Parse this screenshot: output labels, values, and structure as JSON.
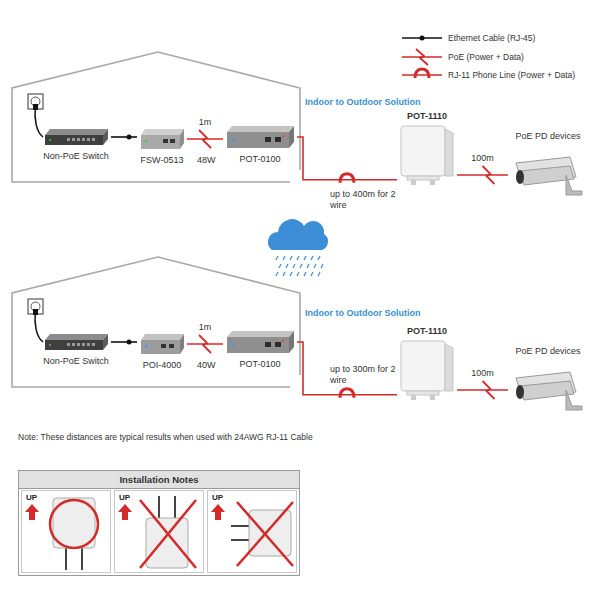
{
  "diagram": {
    "nodes": [
      {
        "text": [
          "Non-PoE Switch"
        ]
      },
      {
        "text": [
          "FSW-0513"
        ]
      },
      {
        "text": [
          "POT-0100"
        ]
      },
      {
        "text": [
          "POT-1110"
        ]
      },
      {
        "text": [
          "PoE PD devices"
        ]
      },
      {
        "text": [
          "Non-PoE Switch"
        ]
      },
      {
        "text": [
          "POI-4000"
        ]
      },
      {
        "text": [
          "POT-0100"
        ]
      },
      {
        "text": [
          "POT-1110"
        ]
      },
      {
        "text": [
          "PoE PD devices"
        ]
      },
      {
        "text": [
          "Installation Notes"
        ]
      },
      {
        "text": [
          "UP"
        ],
        "in": 10
      },
      {
        "text": [
          "UP"
        ],
        "in": 10
      },
      {
        "text": [
          "UP"
        ],
        "in": 10
      }
    ],
    "edges": [
      {
        "from": 0,
        "to": 1,
        "arrow": "none"
      },
      {
        "from": 1,
        "to": 2,
        "label": "1m",
        "arrow": "none"
      },
      {
        "from": 2,
        "to": 3,
        "label": "up to 400m for 2 wire",
        "arrow": "none"
      },
      {
        "from": 3,
        "to": 4,
        "label": "100m",
        "arrow": "none"
      },
      {
        "from": 5,
        "to": 6,
        "arrow": "none"
      },
      {
        "from": 6,
        "to": 7,
        "label": "1m",
        "arrow": "none"
      },
      {
        "from": 7,
        "to": 8,
        "label": "up to 300m for 2 wire",
        "arrow": "none"
      },
      {
        "from": 8,
        "to": 9,
        "label": "100m",
        "arrow": "none"
      }
    ],
    "labels": [
      "48W",
      "Indoor to Outdoor Solution",
      "40W",
      "Indoor to Outdoor Solution",
      "Note: These distances are typical results when used with 24AWG RJ-11 Cable"
    ],
    "legend": [
      {
        "text": "Ethernet Cable (RJ-45)"
      },
      {
        "text": "PoE (Power + Data)"
      },
      {
        "text": "RJ-11 Phone Line (Power + Data)"
      }
    ]
  }
}
